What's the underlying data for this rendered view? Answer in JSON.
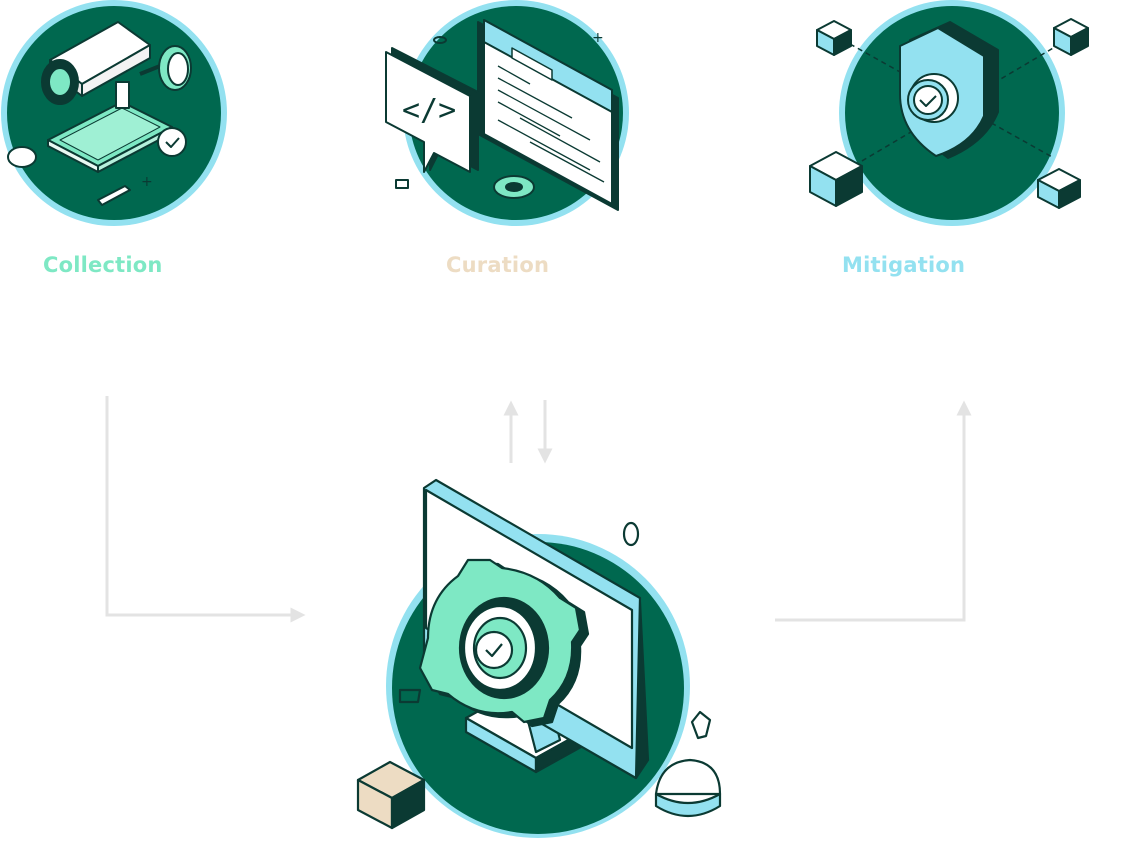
{
  "stages": [
    {
      "id": "collection",
      "label": "Collection",
      "color": "#7ee8c4"
    },
    {
      "id": "curation",
      "label": "Curation",
      "color": "#eddcc3"
    },
    {
      "id": "mitigation",
      "label": "Mitigation",
      "color": "#93e1f0"
    }
  ],
  "palette": {
    "dark_green": "#00684f",
    "ring": "#93e1f0",
    "mint": "#7ee8c4",
    "light_blue": "#93e1f0",
    "beige": "#eddcc3",
    "outline": "#0b3a33",
    "connector": "#e3e3e3"
  },
  "icons": {
    "collection": "security-camera-icon",
    "curation": "code-browser-icon",
    "mitigation": "shield-check-icon",
    "hub": "monitor-gear-icon"
  }
}
